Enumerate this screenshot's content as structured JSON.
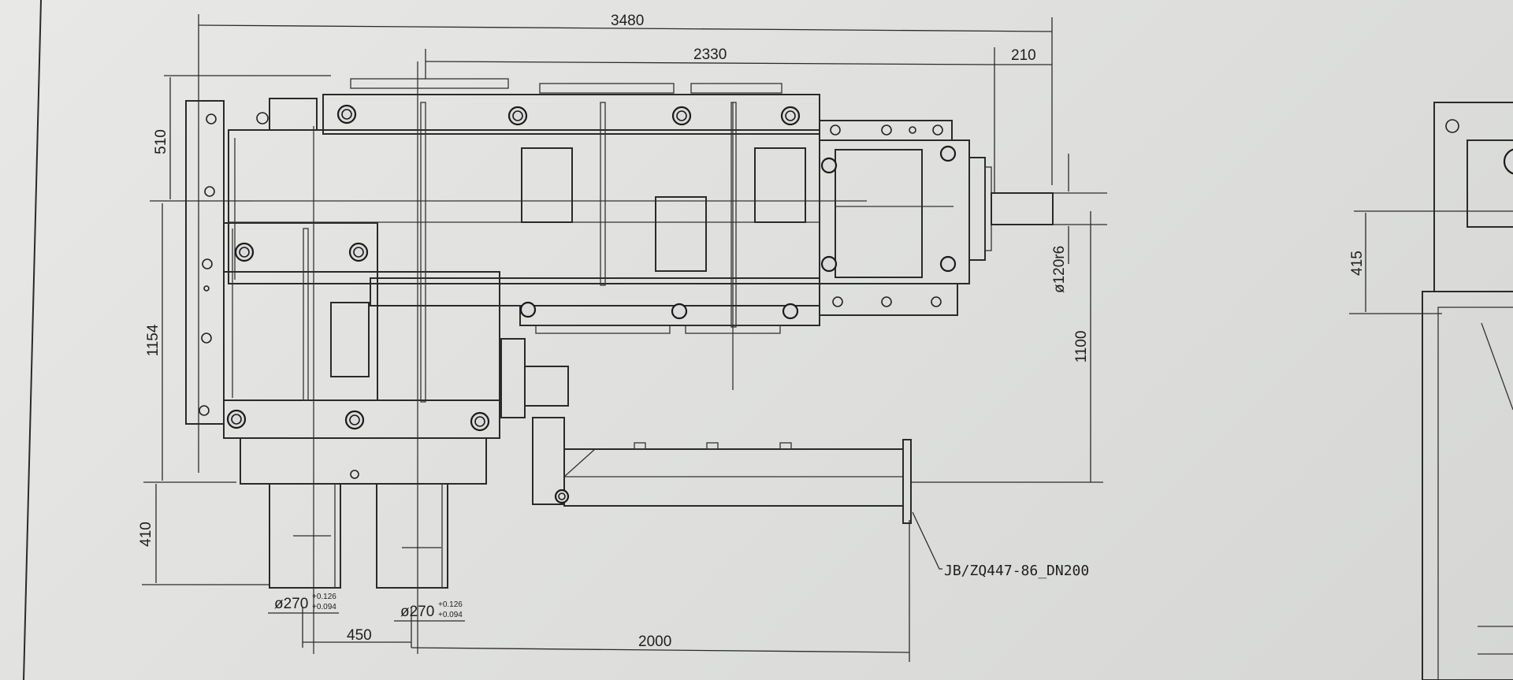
{
  "drawing": {
    "dimensions": {
      "overall_length": "3480",
      "shaft_span": "2330",
      "shaft_extension": "210",
      "top_height": "510",
      "lower_height": "1154",
      "input_projection": "410",
      "side_height": "415",
      "shaft_height": "1100",
      "output_diameter": "ø120r6",
      "input_diameter_left": "ø270",
      "input_diameter_right": "ø270",
      "tol_upper": "+0.126",
      "tol_lower": "+0.094",
      "input_spacing": "450",
      "pipe_distance": "2000"
    },
    "notes": {
      "flange_standard": "JB/ZQ447-86_DN200"
    }
  }
}
